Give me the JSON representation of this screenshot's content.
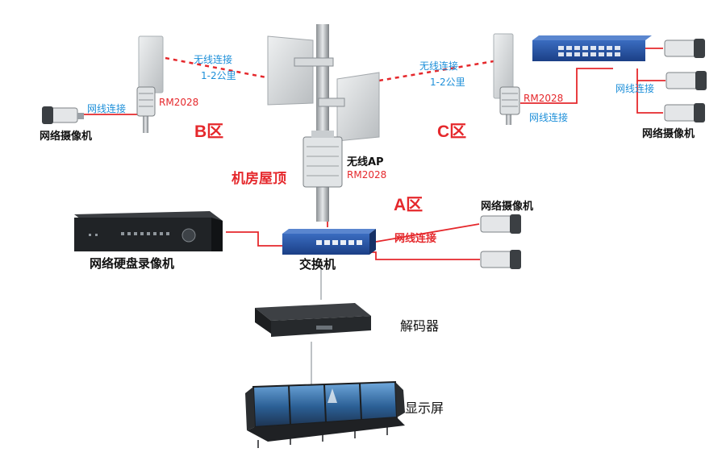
{
  "zones": {
    "b": "B区",
    "c": "C区",
    "a": "A区",
    "roof": "机房屋顶"
  },
  "links": {
    "wireless_label": "无线连接",
    "distance_label": "1-2公里",
    "wired_label": "网线连接"
  },
  "devices": {
    "rm_model": "RM2028",
    "ap_name": "无线AP",
    "ap_model": "RM2028",
    "camera": "网络摄像机",
    "nvr": "网络硬盘录像机",
    "switch": "交换机",
    "decoder": "解码器",
    "display": "显示屏"
  },
  "colors": {
    "link_red": "#e5282c",
    "label_blue": "#1d8fd9",
    "switch_blue": "#1f4e9c"
  }
}
